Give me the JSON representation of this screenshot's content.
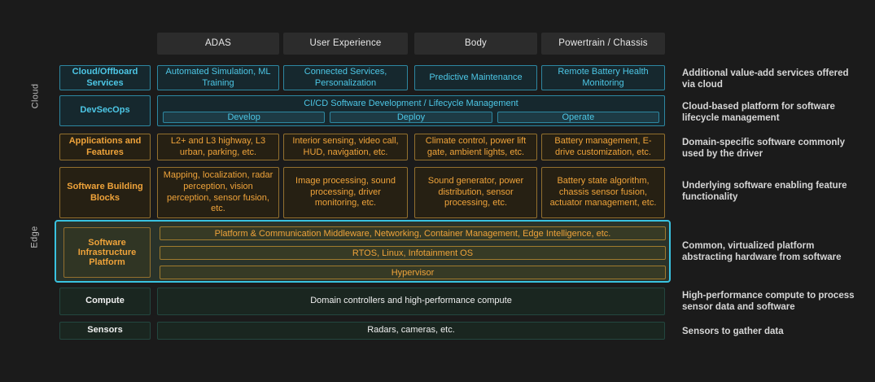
{
  "column_headers": [
    "ADAS",
    "User Experience",
    "Body",
    "Powertrain / Chassis"
  ],
  "vertical_labels": {
    "cloud": "Cloud",
    "edge": "Edge"
  },
  "rows": {
    "cloud_services": {
      "label": "Cloud/Offboard Services",
      "cells": [
        "Automated Simulation, ML Training",
        "Connected Services, Personalization",
        "Predictive Maintenance",
        "Remote Battery Health Monitoring"
      ],
      "description": "Additional value-add services offered via cloud"
    },
    "devsecops": {
      "label": "DevSecOps",
      "cicd_title": "CI/CD Software Development / Lifecycle Management",
      "stages": [
        "Develop",
        "Deploy",
        "Operate"
      ],
      "description": "Cloud-based platform for software lifecycle management"
    },
    "applications": {
      "label": "Applications and Features",
      "cells": [
        "L2+ and L3 highway, L3 urban, parking, etc.",
        "Interior sensing, video call, HUD, navigation, etc.",
        "Climate control, power lift gate, ambient lights, etc.",
        "Battery management, E-drive customization, etc."
      ],
      "description": "Domain-specific software commonly used by the driver"
    },
    "building_blocks": {
      "label": "Software Building Blocks",
      "cells": [
        "Mapping, localization, radar perception, vision perception, sensor fusion, etc.",
        "Image processing, sound processing, driver monitoring, etc.",
        "Sound generator, power distribution, sensor processing, etc.",
        "Battery state algorithm, chassis sensor fusion, actuator management, etc."
      ],
      "description": "Underlying software enabling feature functionality"
    },
    "infrastructure": {
      "label": "Software Infrastructure Platform",
      "bars": [
        "Platform & Communication Middleware, Networking, Container Management, Edge Intelligence, etc.",
        "RTOS, Linux, Infotainment OS",
        "Hypervisor"
      ],
      "description": "Common, virtualized platform abstracting hardware from software"
    },
    "compute": {
      "label": "Compute",
      "cell": "Domain controllers and high-performance compute",
      "description": "High-performance compute to process sensor data and software"
    },
    "sensors": {
      "label": "Sensors",
      "cell": "Radars, cameras, etc.",
      "description": "Sensors to gather data"
    }
  },
  "colors": {
    "background": "#1b1b1b",
    "cyan_text": "#4dc7e6",
    "cyan_border": "#2d87a1",
    "orange_text": "#efa33a",
    "orange_border": "#93702e",
    "highlight_border": "#39c2e0"
  }
}
